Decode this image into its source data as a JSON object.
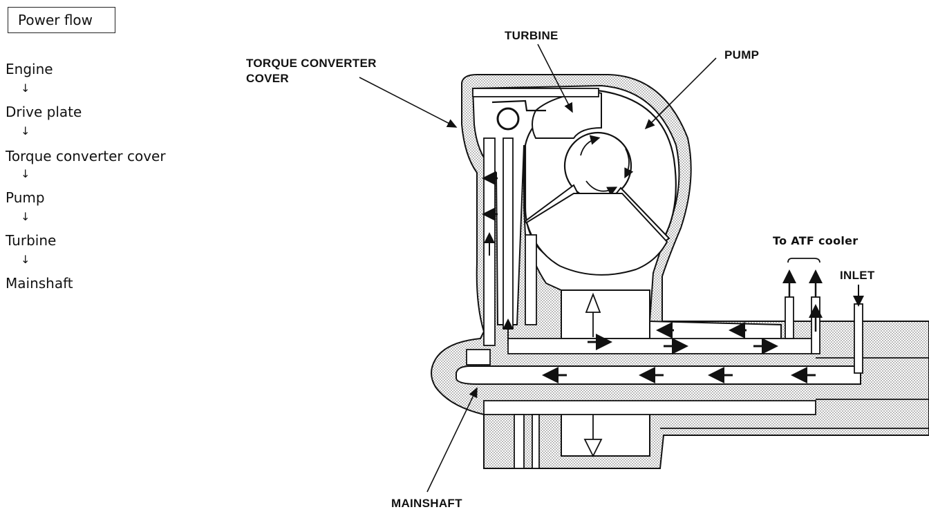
{
  "title": "Power flow",
  "power_flow": {
    "steps": [
      "Engine",
      "Drive plate",
      "Torque converter cover",
      "Pump",
      "Turbine",
      "Mainshaft"
    ],
    "arrow_glyph": "↓"
  },
  "labels": {
    "torque_converter_cover": [
      "TORQUE CONVERTER",
      "COVER"
    ],
    "turbine": "TURBINE",
    "pump": "PUMP",
    "atf_cooler": "To ATF cooler",
    "inlet": "INLET",
    "mainshaft": "MAINSHAFT"
  },
  "colors": {
    "line": "#111111",
    "stipple": "#bdbdbd"
  }
}
